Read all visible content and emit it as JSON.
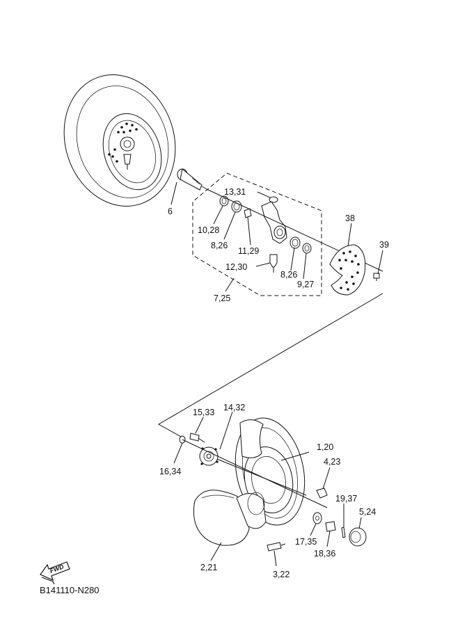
{
  "labels": {
    "p6": "6",
    "p13_31": "13,31",
    "p10_28": "10,28",
    "p8_26a": "8,26",
    "p11_29": "11,29",
    "p12_30": "12,30",
    "p8_26b": "8,26",
    "p9_27": "9,27",
    "p7_25": "7,25",
    "p38": "38",
    "p39": "39",
    "p15_33": "15,33",
    "p14_32": "14,32",
    "p1_20": "1,20",
    "p4_23": "4,23",
    "p16_34": "16,34",
    "p19_37": "19,37",
    "p5_24": "5,24",
    "p17_35": "17,35",
    "p18_36": "18,36",
    "p2_21": "2,21",
    "p3_22": "3,22"
  },
  "fwd_badge": "FWD",
  "diagram_code": "B141110-N280",
  "icons": {
    "fwd": "fwd-arrow-icon"
  }
}
